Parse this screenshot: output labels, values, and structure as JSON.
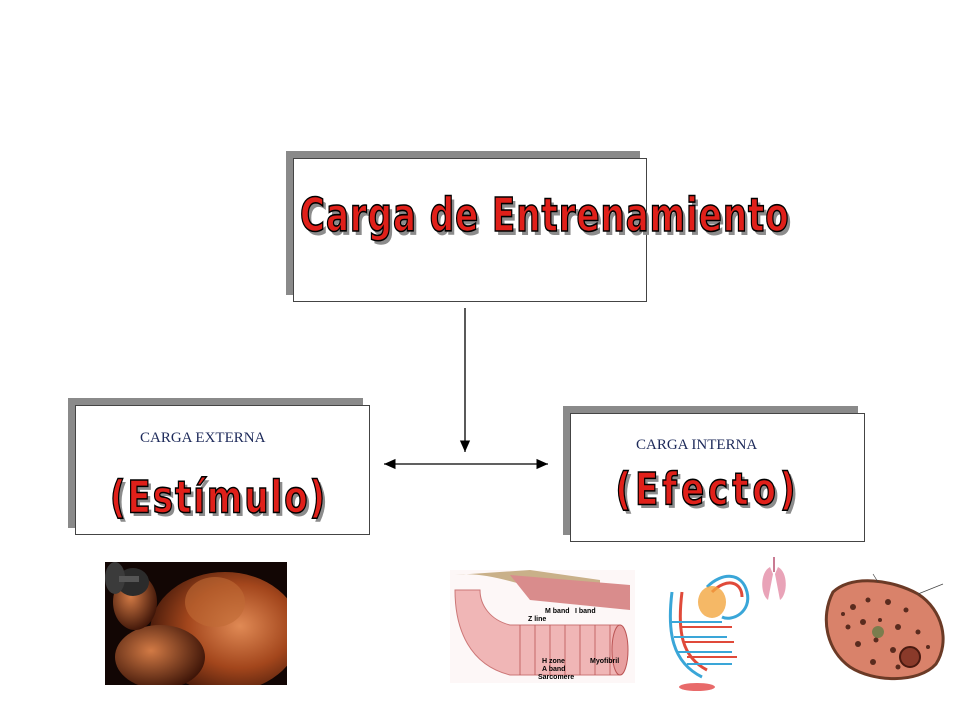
{
  "main_box": {
    "title": "Carga de Entrenamiento"
  },
  "left_box": {
    "caption": "CARGA EXTERNA",
    "title": "(Estímulo)"
  },
  "right_box": {
    "caption": "CARGA INTERNA",
    "title": "(Efecto)"
  },
  "sarcomere_labels": {
    "m_band": "M band",
    "i_band": "I band",
    "z_line": "Z line",
    "h_zone": "H zone",
    "a_band": "A band",
    "sarcomere": "Sarcomere",
    "myofibril": "Myofibril"
  },
  "colors": {
    "wordart_fill": "#e0201a",
    "wordart_shadow": "#8c8c8c",
    "caption_text": "#1d2a5a"
  }
}
